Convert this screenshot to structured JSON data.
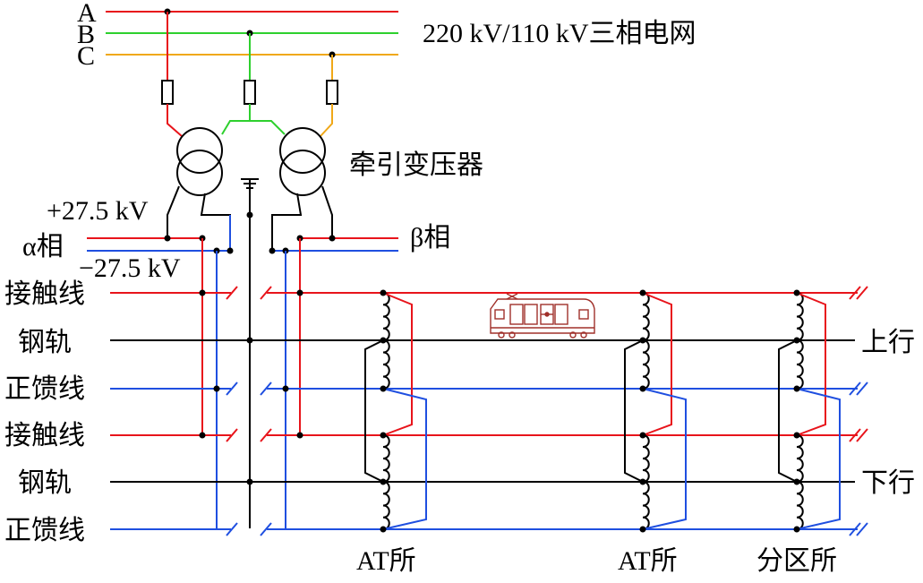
{
  "grid": {
    "phase_a": "A",
    "phase_b": "B",
    "phase_c": "C",
    "title": "220 kV/110 kV三相电网"
  },
  "transformer_label": "牵引变压器",
  "plus_voltage": "+27.5 kV",
  "minus_voltage": "−27.5 kV",
  "alpha_phase": "α相",
  "beta_phase": "β相",
  "left_labels": [
    "接触线",
    "钢轨",
    "正馈线",
    "接触线",
    "钢轨",
    "正馈线"
  ],
  "right_labels": {
    "up": "上行",
    "down": "下行"
  },
  "stations": [
    "AT所",
    "AT所",
    "分区所"
  ],
  "colors": {
    "phase_a": "#e8141b",
    "phase_b": "#2ed02e",
    "phase_c": "#f0a818",
    "contact": "#e8141b",
    "feeder": "#1f4fe0",
    "rail": "#000000",
    "train": "#a0302a"
  },
  "icons": [
    "transformer-icon",
    "fuse-icon",
    "ground-icon",
    "autotransformer-icon",
    "train-icon"
  ]
}
